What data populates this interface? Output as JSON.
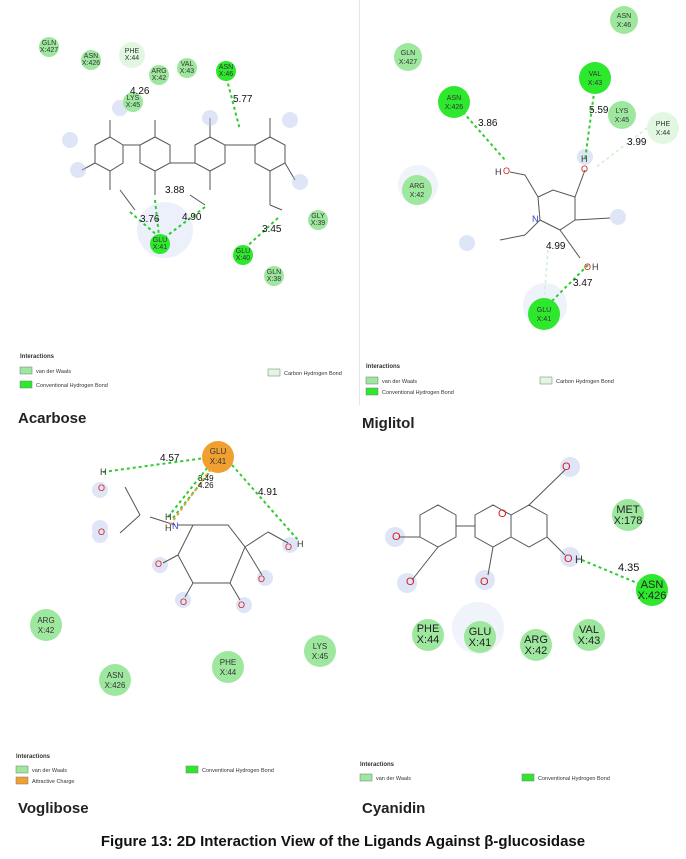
{
  "figure": {
    "caption": "Figure  13: 2D Interaction View of the Ligands Against β-glucosidase"
  },
  "legend_common": {
    "title": "Interactions",
    "vdw": "van der Waals",
    "hbond": "Conventional Hydrogen Bond",
    "chbond": "Carbon Hydrogen Bond",
    "attractive": "Attractive Charge"
  },
  "colors": {
    "vdw": "#9ee79e",
    "hbond": "#2ee82e",
    "chbond": "#e2f7e2",
    "attractive": "#f0a030",
    "ligand_bond": "#444444",
    "oxygen": "#d02020",
    "nitrogen": "#3040d0"
  },
  "panels": [
    {
      "ligand": "Acarbose",
      "residues": [
        {
          "name": "GLN",
          "num": "X:427",
          "type": "vdw"
        },
        {
          "name": "ASN",
          "num": "X:426",
          "type": "vdw"
        },
        {
          "name": "PHE",
          "num": "X:44",
          "type": "chbond"
        },
        {
          "name": "ARG",
          "num": "X:42",
          "type": "vdw"
        },
        {
          "name": "VAL",
          "num": "X:43",
          "type": "vdw"
        },
        {
          "name": "ASN",
          "num": "X:46",
          "type": "hbond"
        },
        {
          "name": "LYS",
          "num": "X:45",
          "type": "vdw"
        },
        {
          "name": "GLU",
          "num": "X:41",
          "type": "hbond"
        },
        {
          "name": "GLU",
          "num": "X:40",
          "type": "hbond"
        },
        {
          "name": "GLY",
          "num": "X:39",
          "type": "vdw"
        },
        {
          "name": "GLN",
          "num": "X:38",
          "type": "vdw"
        }
      ],
      "distances": [
        "4.26",
        "5.77",
        "3.88",
        "3.76",
        "4.90",
        "3.45"
      ]
    },
    {
      "ligand": "Miglitol",
      "residues": [
        {
          "name": "ASN",
          "num": "X:46",
          "type": "vdw"
        },
        {
          "name": "GLN",
          "num": "X:427",
          "type": "vdw"
        },
        {
          "name": "VAL",
          "num": "X:43",
          "type": "hbond"
        },
        {
          "name": "ASN",
          "num": "X:426",
          "type": "hbond"
        },
        {
          "name": "LYS",
          "num": "X:45",
          "type": "vdw"
        },
        {
          "name": "PHE",
          "num": "X:44",
          "type": "chbond"
        },
        {
          "name": "ARG",
          "num": "X:42",
          "type": "vdw"
        },
        {
          "name": "GLU",
          "num": "X:41",
          "type": "hbond"
        }
      ],
      "distances": [
        "3.86",
        "5.59",
        "3.99",
        "4.99",
        "3.47"
      ]
    },
    {
      "ligand": "Voglibose",
      "residues": [
        {
          "name": "GLU",
          "num": "X:41",
          "type": "attractive"
        },
        {
          "name": "ARG",
          "num": "X:42",
          "type": "vdw"
        },
        {
          "name": "ASN",
          "num": "X:426",
          "type": "vdw"
        },
        {
          "name": "PHE",
          "num": "X:44",
          "type": "vdw"
        },
        {
          "name": "LYS",
          "num": "X:45",
          "type": "vdw"
        }
      ],
      "distances": [
        "4.57",
        "4.91",
        "3.49",
        "4.26"
      ]
    },
    {
      "ligand": "Cyanidin",
      "residues": [
        {
          "name": "MET",
          "num": "X:178",
          "type": "vdw"
        },
        {
          "name": "ASN",
          "num": "X:426",
          "type": "hbond"
        },
        {
          "name": "PHE",
          "num": "X:44",
          "type": "vdw"
        },
        {
          "name": "GLU",
          "num": "X:41",
          "type": "vdw"
        },
        {
          "name": "ARG",
          "num": "X:42",
          "type": "vdw"
        },
        {
          "name": "VAL",
          "num": "X:43",
          "type": "vdw"
        }
      ],
      "distances": [
        "4.35"
      ]
    }
  ]
}
